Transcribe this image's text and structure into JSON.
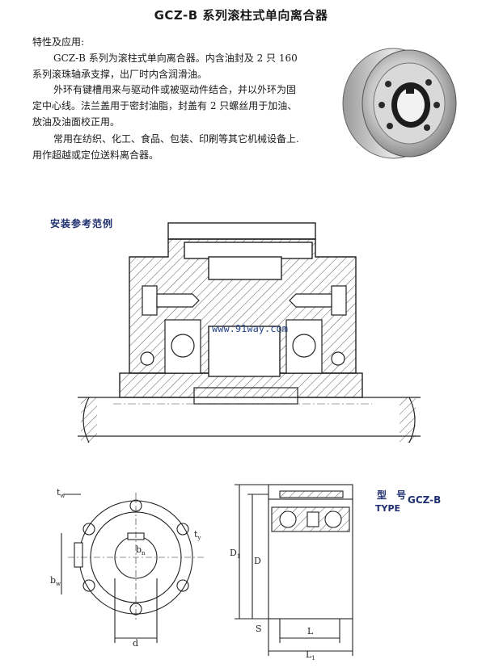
{
  "title": "GCZ-B 系列滚柱式单向离合器",
  "features_label": "特性及应用:",
  "paragraphs": [
    "GCZ-B 系列为滚柱式单向离合器。内含油封及 2 只 160 系列滚珠轴承支撑，出厂时内含润滑油。",
    "外环有键槽用来与驱动件或被驱动件结合，并以外环为固定中心线。法兰盖用于密封油脂，封盖有 2 只螺丝用于加油、放油及油面校正用。",
    "常用在纺织、化工、食品、包装、印刷等其它机械设备上.用作超越或定位送料离合器。"
  ],
  "install_title": "安装参考范例",
  "watermark": "www.91way.com",
  "model": {
    "label_cn": "型 号",
    "label_en": "TYPE",
    "code": "GCZ-B"
  },
  "dimensions": {
    "tw": "t",
    "tw_sub": "w",
    "ty": "t",
    "ty_sub": "y",
    "bn": "b",
    "bn_sub": "n",
    "bw": "b",
    "bw_sub": "w",
    "d": "d",
    "D1": "D",
    "D1_sub": "1",
    "D": "D",
    "S": "S",
    "L": "L",
    "L1": "L",
    "L1_sub": "1"
  },
  "icons": {
    "photo": "clutch-product-photo",
    "section_drawing": "installation-section-drawing",
    "front_view": "front-view-drawing",
    "side_section": "side-section-drawing"
  }
}
